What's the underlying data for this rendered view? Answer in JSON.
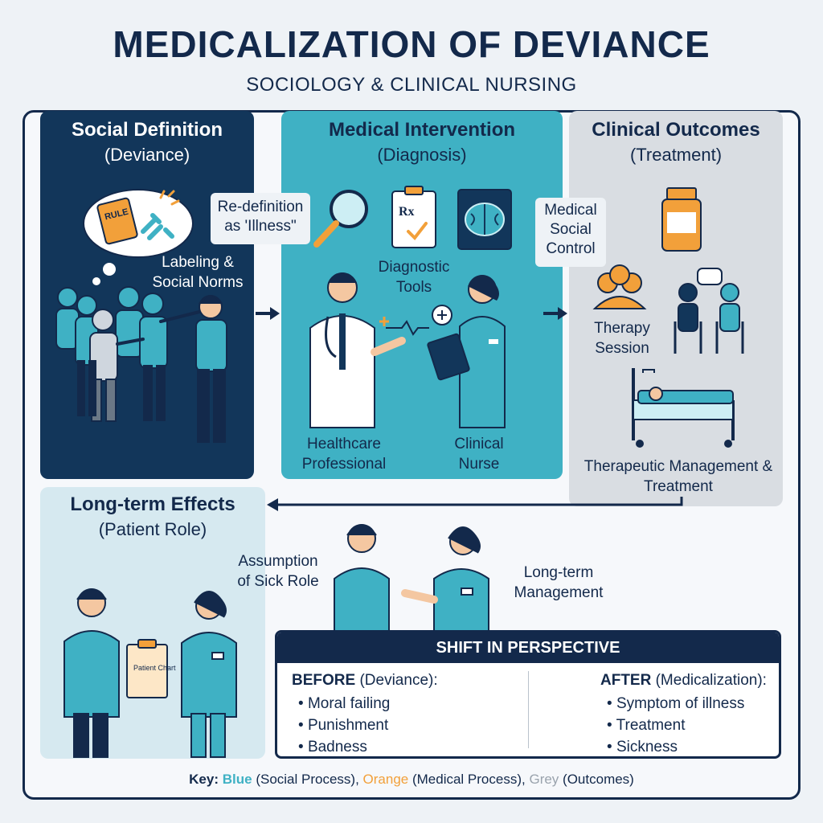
{
  "header": {
    "title": "MEDICALIZATION OF DEVIANCE",
    "subtitle": "SOCIOLOGY & CLINICAL NURSING"
  },
  "panels": {
    "social": {
      "heading": "Social Definition",
      "sub": "(Deviance)",
      "label": "Labeling & Social Norms",
      "book_text": "RULE"
    },
    "medical": {
      "heading": "Medical Intervention",
      "sub": "(Diagnosis)",
      "label_tools": "Diagnostic Tools",
      "label_professional": "Healthcare Professional",
      "label_nurse": "Clinical Nurse",
      "rx_text": "Rx"
    },
    "clinical": {
      "heading": "Clinical Outcomes",
      "sub": "(Treatment)",
      "label_therapy": "Therapy Session",
      "label_management": "Therapeutic Management & Treatment"
    },
    "long_term": {
      "heading": "Long-term Effects",
      "sub": "(Patient Role)",
      "label_sick_role": "Assumption of Sick Role",
      "label_management": "Long-term Management",
      "chart_text": "Patient Chart"
    }
  },
  "callouts": {
    "redefinition": "Re-definition as 'Illness\"",
    "social_control": "Medical Social Control"
  },
  "shift": {
    "heading": "SHIFT IN PERSPECTIVE",
    "before_label": "BEFORE",
    "before_paren": "(Deviance):",
    "before_items": [
      "Moral failing",
      "Punishment",
      "Badness"
    ],
    "after_label": "AFTER",
    "after_paren": "(Medicalization):",
    "after_items": [
      "Symptom of illness",
      "Treatment",
      "Sickness"
    ]
  },
  "key": {
    "label": "Key:",
    "blue": "Blue",
    "blue_desc": "(Social Process),",
    "orange": "Orange",
    "orange_desc": "(Medical Process),",
    "grey": "Grey",
    "grey_desc": "(Outcomes)"
  },
  "colors": {
    "navy": "#13294b",
    "teal": "#3fb1c4",
    "orange": "#f2a03a",
    "grey_panel": "#d9dde2",
    "light_blue_panel": "#d6e9f0"
  }
}
